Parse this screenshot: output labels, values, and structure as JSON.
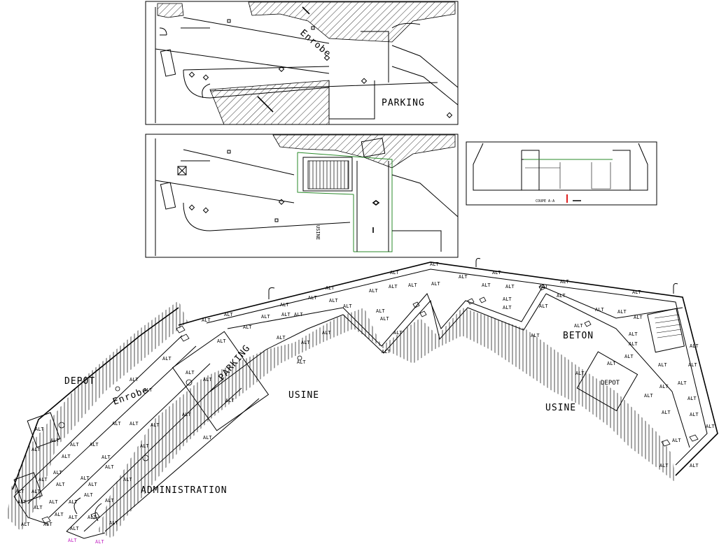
{
  "plan_top": {
    "label_enrobe": "Enrobe",
    "label_parking": "PARKING"
  },
  "plan_middle": {
    "label_usine": "USINE"
  },
  "section_view": {
    "caption": "COUPE A-A"
  },
  "site_plan": {
    "zones": {
      "depot_left": "DEPOT",
      "enrobe": "Enrobe",
      "parking": "PARKING",
      "usine_left": "USINE",
      "usine_right": "USINE",
      "beton": "BETON",
      "depot_right": "DEPOT",
      "administration": "ADMINISTRATION"
    },
    "elevation_marker": "ALT"
  },
  "colors": {
    "line": "#000000",
    "green_detail": "#2a8a2a",
    "section_marker": "#e02020",
    "magenta_label": "#c020c0"
  }
}
